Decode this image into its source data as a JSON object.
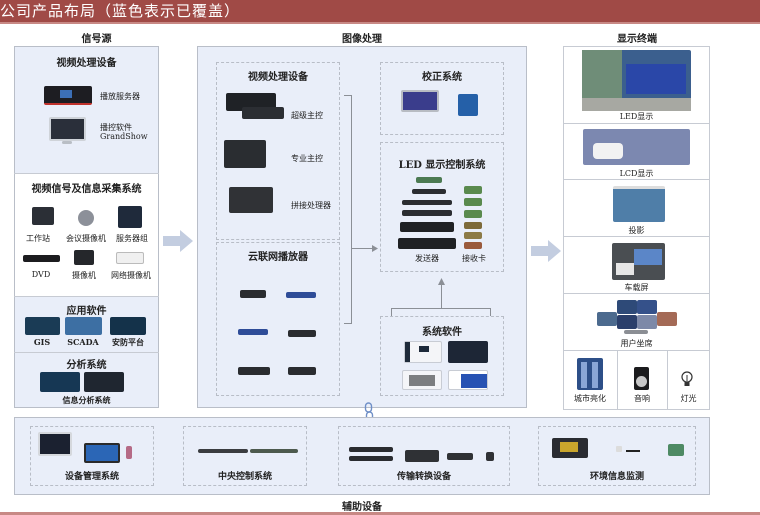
{
  "title": "公司产品布局（蓝色表示已覆盖）",
  "columns": {
    "signal_source": "信号源",
    "image_processing": "图像处理",
    "display_terminal": "显示终端",
    "auxiliary": "辅助设备"
  },
  "signal_source": {
    "video_processing": {
      "title": "视频处理设备",
      "items": [
        "播放服务器",
        "播控软件",
        "GrandShow"
      ]
    },
    "acquisition": {
      "title": "视频信号及信息采集系统",
      "items": [
        "工作站",
        "会议摄像机",
        "服务器组",
        "DVD",
        "摄像机",
        "网络摄像机"
      ]
    },
    "application_software": {
      "title": "应用软件",
      "items": [
        "GIS",
        "SCADA",
        "安防平台"
      ]
    },
    "analysis": {
      "title": "分析系统",
      "items": [
        "信息分析系统"
      ]
    }
  },
  "image_processing": {
    "video_processing": {
      "title": "视频处理设备",
      "items": [
        "超级主控",
        "专业主控",
        "拼接处理器"
      ]
    },
    "cloud_player": {
      "title": "云联网播放器"
    },
    "calibration": {
      "title": "校正系统"
    },
    "led_control": {
      "title": "LED 显示控制系统",
      "items": [
        "发送器",
        "接收卡"
      ]
    },
    "system_software": {
      "title": "系统软件"
    }
  },
  "display_terminal": {
    "items": [
      "LED显示",
      "LCD显示",
      "投影",
      "车载屏",
      "用户坐席"
    ],
    "bottom_items": [
      "城市亮化",
      "音响",
      "灯光"
    ]
  },
  "auxiliary": {
    "items": [
      "设备管理系统",
      "中央控制系统",
      "传输转换设备",
      "环境信息监测"
    ]
  },
  "colors": {
    "title_bar": "#a04a46",
    "panel_fill": "#e9eef9",
    "arrow": "#c3cde0"
  }
}
